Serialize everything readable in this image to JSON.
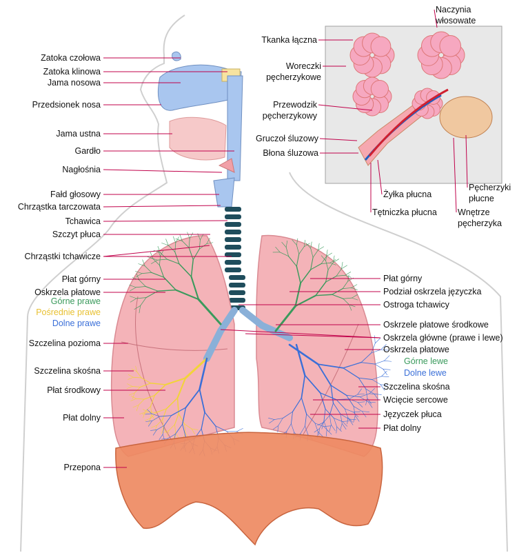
{
  "colors": {
    "lung": "#f4b3b8",
    "lung_dark": "#e68f98",
    "nasal": "#a9c6ef",
    "trachea_ring": "#1f4d5c",
    "bronchi_green": "#3a9a5c",
    "bronchi_yellow": "#f2d33a",
    "bronchi_blue": "#3a6fd8",
    "diaphragm": "#ee8a62",
    "leader": "#c0004a",
    "inset_bg": "#e8e8e8"
  },
  "left_labels": [
    "Zatoka czołowa",
    "Zatoka klinowa",
    "Jama nosowa",
    "Przedsionek nosa",
    "Jama ustna",
    "Gardło",
    "Nagłośnia",
    "Fałd głosowy",
    "Chrząstka tarczowata",
    "Tchawica",
    "Szczyt płuca",
    "Chrząstki tchawicze",
    "Płat górny",
    "Oskrzela płatowe",
    "Szczelina pozioma",
    "Szczelina skośna",
    "Płat środkowy",
    "Płat dolny",
    "Przepona"
  ],
  "left_lobar_legend": {
    "upper": "Górne prawe",
    "middle": "Pośrednie prawe",
    "lower": "Dolne prawe"
  },
  "right_labels": [
    "Płat górny",
    "Podział oskrzela języczka",
    "Ostroga tchawicy",
    "Oskrzele płatowe środkowe",
    "Oskrzela główne (prawe i lewe)",
    "Oskrzela płatowe",
    "Szczelina skośna",
    "Wcięcie sercowe",
    "Języczek płuca",
    "Płat dolny"
  ],
  "right_lobar_legend": {
    "upper": "Górne lewe",
    "lower": "Dolne lewe"
  },
  "inset_labels": {
    "capillaries": "Naczynia\nwłosowate",
    "connective": "Tkanka łączna",
    "sacs": "Woreczki\npęcherzykowe",
    "bronchiole": "Przewodzik\npęcherzykowy",
    "gland": "Gruczoł śluzowy",
    "mucosa": "Błona śluzowa",
    "vein": "Żyłka płucna",
    "artery": "Tętniczka płucna",
    "alveoli": "Pęcherzyki\npłucne",
    "interior": "Wnętrze\npęcherzyka"
  }
}
